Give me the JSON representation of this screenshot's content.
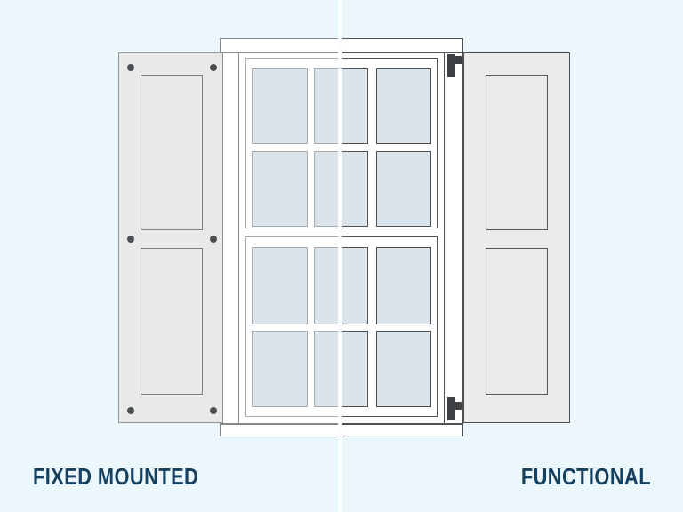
{
  "labels": {
    "left": "FIXED MOUNTED",
    "right": "FUNCTIONAL"
  },
  "illustration": {
    "window_panes": {
      "columns": 3,
      "rows": 4,
      "total": 12
    },
    "left_shutter": {
      "style": "FIXED MOUNTED",
      "screws": 6,
      "panels": 2
    },
    "right_shutter": {
      "style": "FUNCTIONAL",
      "hinges": 2,
      "panels": 2
    }
  },
  "colors": {
    "background": "#ecf7fc",
    "label": "#16405f",
    "stroke_dark": "#4d5154",
    "stroke_light": "#a6abaf",
    "frame_stroke_light": "#85898d",
    "pane_fill": "#dae4ea",
    "window_white": "#ffffff",
    "shutter_fill_left": "#e9e9e9",
    "shutter_border_left": "#8f9498",
    "shutter_panel_left": "#7a7f83",
    "shutter_fill_right": "#ebebeb",
    "shutter_border_right": "#4d5154",
    "shutter_panel_right": "#54585b",
    "screw": "#4a4f52",
    "hinge": "#3e4245",
    "divider": "#fbfdfe"
  }
}
